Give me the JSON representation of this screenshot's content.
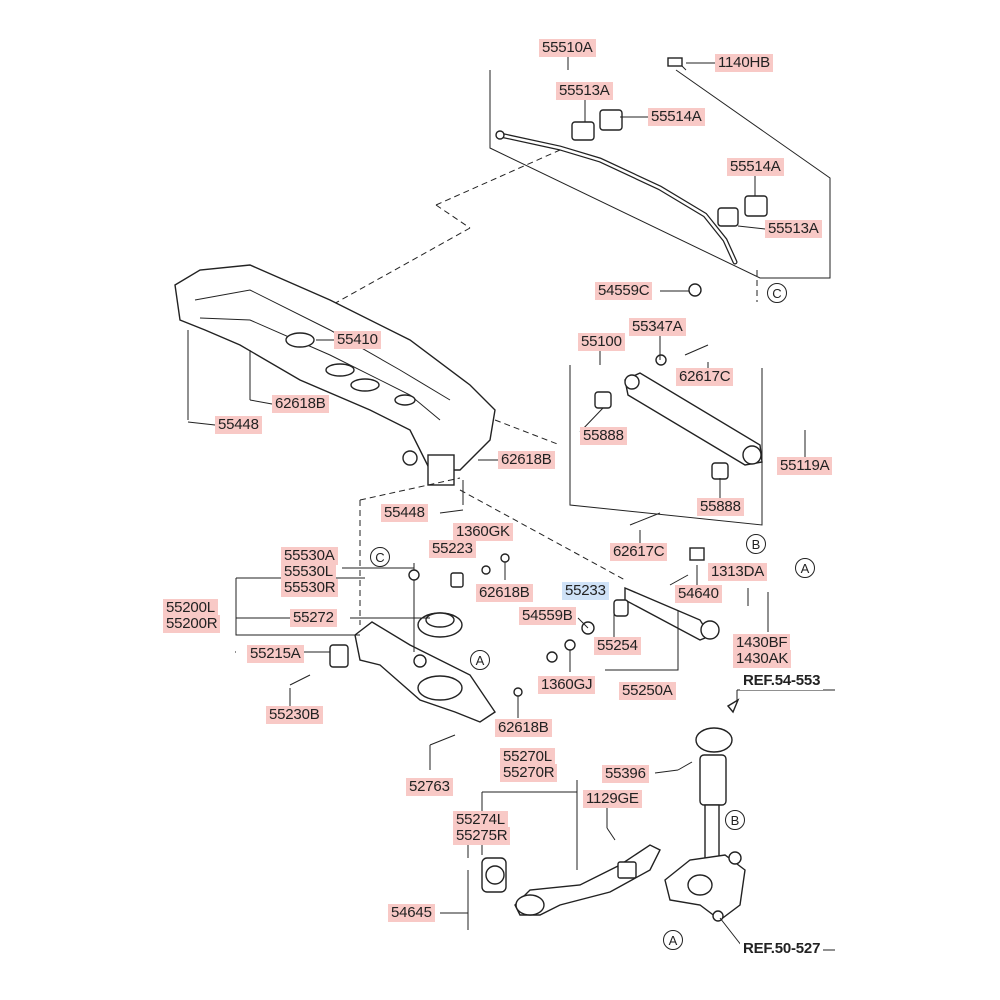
{
  "labels": {
    "p55510A": "55510A",
    "p1140HB": "1140HB",
    "p55513A_top": "55513A",
    "p55514A_top": "55514A",
    "p55514A_right": "55514A",
    "p55513A_right": "55513A",
    "p54559C": "54559C",
    "p55410": "55410",
    "p62618B_left": "62618B",
    "p55448_left": "55448",
    "p62618B_mid": "62618B",
    "p55448_mid": "55448",
    "p55347A": "55347A",
    "p55100": "55100",
    "p62617C_top": "62617C",
    "p55888_top": "55888",
    "p55119A": "55119A",
    "p55888_bot": "55888",
    "p62617C_bot": "62617C",
    "p55530A": "55530A",
    "p55530L": "55530L",
    "p55530R": "55530R",
    "p1360GK": "1360GK",
    "p55223": "55223",
    "p62618B_c": "62618B",
    "p55200L": "55200L",
    "p55200R": "55200R",
    "p55272": "55272",
    "p55215A": "55215A",
    "p55230B": "55230B",
    "p55233": "55233",
    "p54559B": "54559B",
    "p55254": "55254",
    "p1360GJ": "1360GJ",
    "p55250A": "55250A",
    "p54640": "54640",
    "p1313DA": "1313DA",
    "p1430BF": "1430BF",
    "p1430AK": "1430AK",
    "p62618B_arm": "62618B",
    "p52763": "52763",
    "p55270L": "55270L",
    "p55270R": "55270R",
    "p55396": "55396",
    "p1129GE": "1129GE",
    "p55274L": "55274L",
    "p55275R": "55275R",
    "p54645": "54645",
    "ref_54_553": "REF.54-553",
    "ref_50_527": "REF.50-527"
  },
  "markers": {
    "c_stab": "C",
    "c_link": "C",
    "b_arm": "B",
    "a_right": "A",
    "a_lower": "A",
    "b_knuckle": "B",
    "a_knuckle": "A"
  },
  "colors": {
    "label_bg": "#f8c9c6",
    "highlight_bg": "#cfe2f7",
    "line": "#222222"
  }
}
